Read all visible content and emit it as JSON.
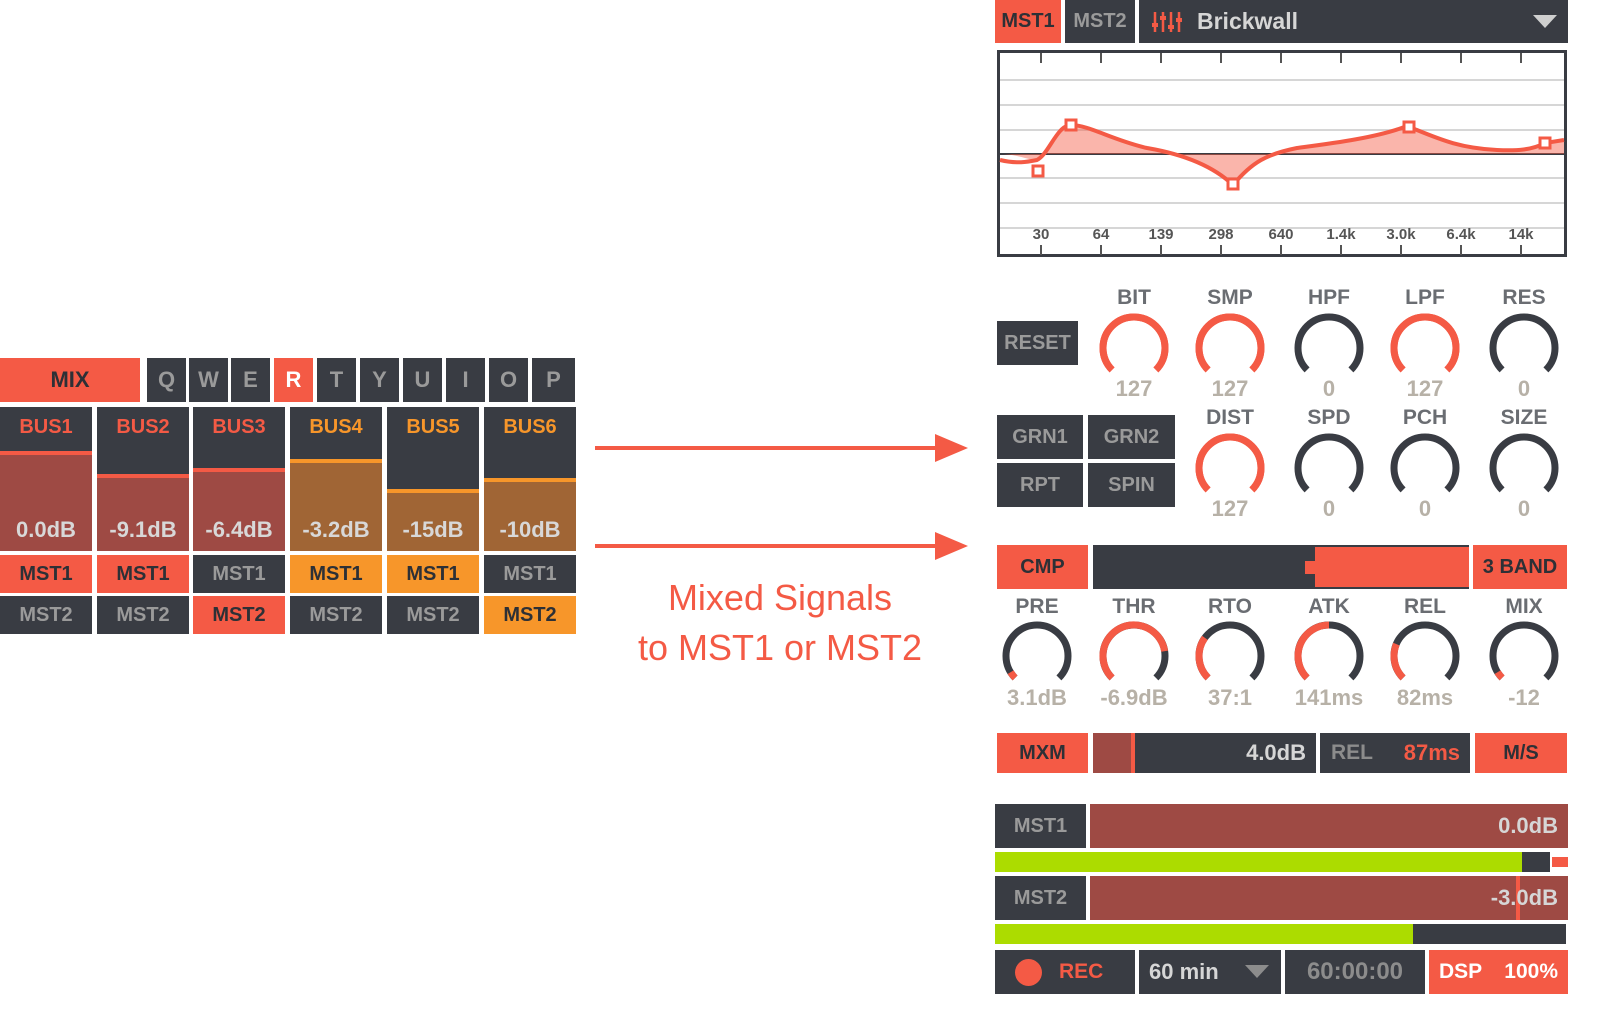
{
  "colors": {
    "accent": "#f45a45",
    "orange": "#f7962a",
    "dark": "#393c43",
    "green": "#acdc00",
    "meter_red": "#9e4a44",
    "meter_orange": "#a06535"
  },
  "mixer": {
    "mix_label": "MIX",
    "keys": [
      "Q",
      "W",
      "E",
      "R",
      "T",
      "Y",
      "U",
      "I",
      "O",
      "P"
    ],
    "active_key": "R",
    "buses": [
      {
        "name": "BUS1",
        "level": "0.0dB",
        "fill": 0.96,
        "color": "red",
        "mst1_on": true,
        "mst2_on": false
      },
      {
        "name": "BUS2",
        "level": "-9.1dB",
        "fill": 0.74,
        "color": "red",
        "mst1_on": true,
        "mst2_on": false
      },
      {
        "name": "BUS3",
        "level": "-6.4dB",
        "fill": 0.8,
        "color": "red",
        "mst1_on": false,
        "mst2_on": true
      },
      {
        "name": "BUS4",
        "level": "-3.2dB",
        "fill": 0.88,
        "color": "orange",
        "mst1_on": true,
        "mst2_on": false
      },
      {
        "name": "BUS5",
        "level": "-15dB",
        "fill": 0.6,
        "color": "orange",
        "mst1_on": true,
        "mst2_on": false
      },
      {
        "name": "BUS6",
        "level": "-10dB",
        "fill": 0.7,
        "color": "orange",
        "mst1_on": false,
        "mst2_on": true
      }
    ],
    "mst1_label": "MST1",
    "mst2_label": "MST2"
  },
  "annotation": {
    "line1": "Mixed Signals",
    "line2": "to MST1 or MST2"
  },
  "master": {
    "tab_mst1": "MST1",
    "tab_mst2": "MST2",
    "preset_icon": "sliders-icon",
    "preset_name": "Brickwall",
    "eq_freq_labels": [
      "30",
      "64",
      "139",
      "298",
      "640",
      "1.4k",
      "3.0k",
      "6.4k",
      "14k"
    ]
  },
  "fx": {
    "reset_label": "RESET",
    "grain_buttons": [
      "GRN1",
      "GRN2",
      "RPT",
      "SPIN"
    ],
    "knobs_row1": [
      {
        "label": "BIT",
        "value": "127",
        "active": true,
        "amount": 1.0
      },
      {
        "label": "SMP",
        "value": "127",
        "active": true,
        "amount": 1.0
      },
      {
        "label": "HPF",
        "value": "0",
        "active": false,
        "amount": 0
      },
      {
        "label": "LPF",
        "value": "127",
        "active": true,
        "amount": 1.0
      },
      {
        "label": "RES",
        "value": "0",
        "active": false,
        "amount": 0
      }
    ],
    "knobs_row2": [
      {
        "label": "DIST",
        "value": "127",
        "active": true,
        "amount": 1.0
      },
      {
        "label": "SPD",
        "value": "0",
        "active": false,
        "amount": 0
      },
      {
        "label": "PCH",
        "value": "0",
        "active": false,
        "amount": 0
      },
      {
        "label": "SIZE",
        "value": "0",
        "active": false,
        "amount": 0
      }
    ]
  },
  "compressor": {
    "cmp_label": "CMP",
    "band_label": "3 BAND",
    "knobs": [
      {
        "label": "PRE",
        "value": "3.1dB",
        "amount": 0.05
      },
      {
        "label": "THR",
        "value": "-6.9dB",
        "amount": 0.8
      },
      {
        "label": "RTO",
        "value": "37:1",
        "amount": 0.3
      },
      {
        "label": "ATK",
        "value": "141ms",
        "amount": 0.5
      },
      {
        "label": "REL",
        "value": "82ms",
        "amount": 0.25
      },
      {
        "label": "MIX",
        "value": "-12",
        "amount": 0.05
      }
    ]
  },
  "maximizer": {
    "mxm_label": "MXM",
    "gain_value": "4.0dB",
    "gain_fill": 0.17,
    "rel_label": "REL",
    "rel_value": "87ms",
    "ms_label": "M/S"
  },
  "output": {
    "mst1_label": "MST1",
    "mst1_level": "0.0dB",
    "mst2_label": "MST2",
    "mst2_level": "-3.0dB",
    "meter1_fill": 0.92,
    "meter2_fill": 0.73,
    "rec_label": "REC",
    "duration": "60 min",
    "timer": "60:00:00",
    "dsp_label": "DSP",
    "dsp_value": "100%"
  }
}
